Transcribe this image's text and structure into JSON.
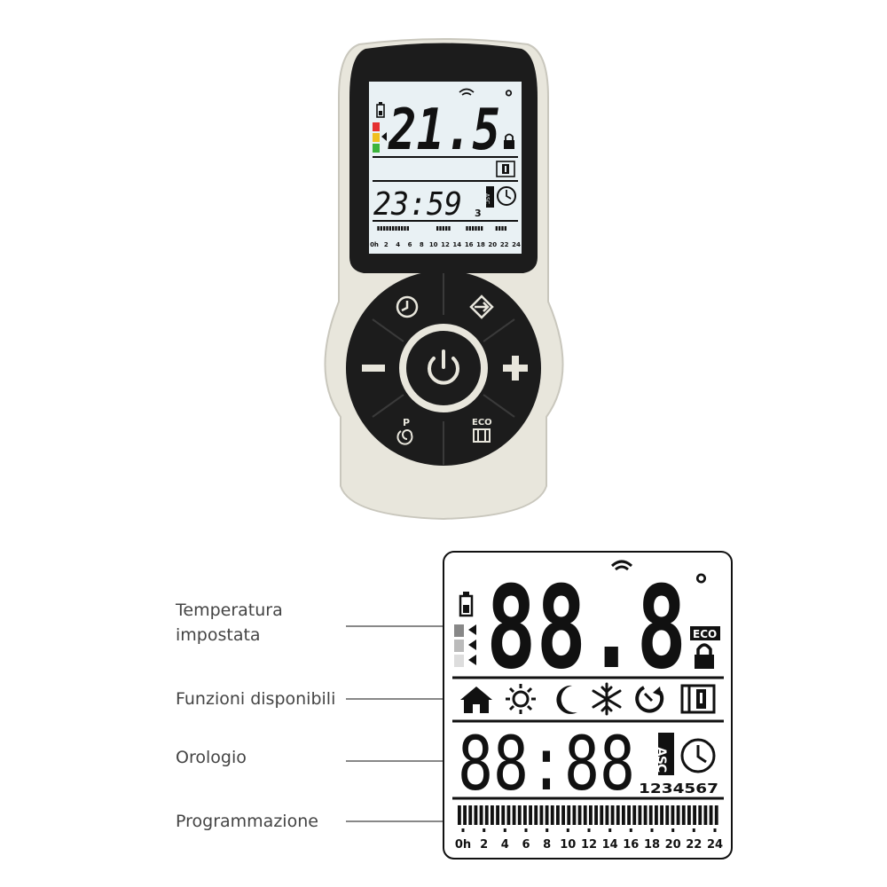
{
  "device": {
    "temperature": "21.5",
    "degree": "°",
    "time": "23:59",
    "day": "3",
    "hour_ticks": [
      "0h",
      "2",
      "4",
      "6",
      "8",
      "10",
      "12",
      "14",
      "16",
      "18",
      "20",
      "22",
      "24"
    ],
    "asc": "ASC",
    "buttons": {
      "power": "power-icon",
      "plus": "+",
      "minus": "−",
      "p_label": "P",
      "eco_label": "ECO"
    },
    "level_colors": [
      "#e53030",
      "#f0c020",
      "#3cb43c"
    ],
    "body_color": "#e8e6dc",
    "face_color": "#1c1c1c"
  },
  "legend": {
    "display": {
      "temperature": "88.8",
      "degree": "°",
      "eco": "ECO",
      "time": "88:88",
      "days": "1234567",
      "asc": "ASC",
      "hour_ticks": [
        "0h",
        "2",
        "4",
        "6",
        "8",
        "10",
        "12",
        "14",
        "16",
        "18",
        "20",
        "22",
        "24"
      ]
    },
    "labels": {
      "setpoint_line1": "Temperatura",
      "setpoint_line2": "impostata",
      "functions": "Funzioni disponibili",
      "clock": "Orologio",
      "programming": "Programmazione"
    },
    "function_icons": [
      "home-icon",
      "sun-icon",
      "moon-icon",
      "snowflake-icon",
      "timer-icon",
      "window-icon"
    ]
  }
}
